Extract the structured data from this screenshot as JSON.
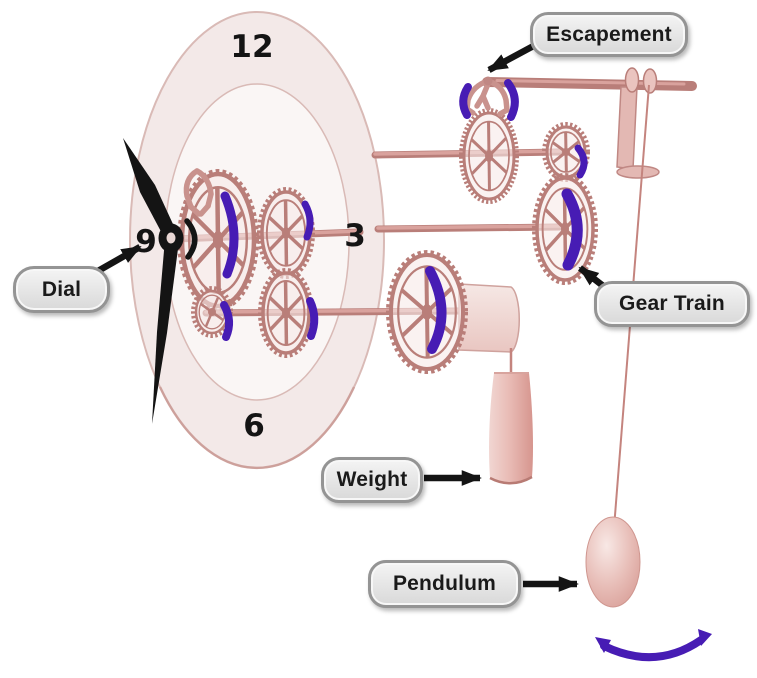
{
  "diagram": {
    "labels": {
      "escapement": "Escapement",
      "dial": "Dial",
      "gear_train": "Gear Train",
      "weight": "Weight",
      "pendulum": "Pendulum"
    },
    "dial_numbers": {
      "twelve": "12",
      "three": "3",
      "six": "6",
      "nine": "9"
    }
  },
  "colors": {
    "accent": "#471cb4",
    "ink": "#141414",
    "gear-line": "#b97e79",
    "gear-fill": "#f6eae8",
    "rod-dark": "#b97e79",
    "rod-light": "#d9a29d",
    "dial-ring": "#f3e9e8",
    "dial-edge": "#d9bab6",
    "dial-face": "#faf6f5",
    "metal-light": "#f6e8e5",
    "metal-mid": "#e9c6c1",
    "metal-dark": "#d6958e",
    "label-bg": "#e9e9e9",
    "label-border": "#949494",
    "label-text": "#1a1a1a"
  }
}
